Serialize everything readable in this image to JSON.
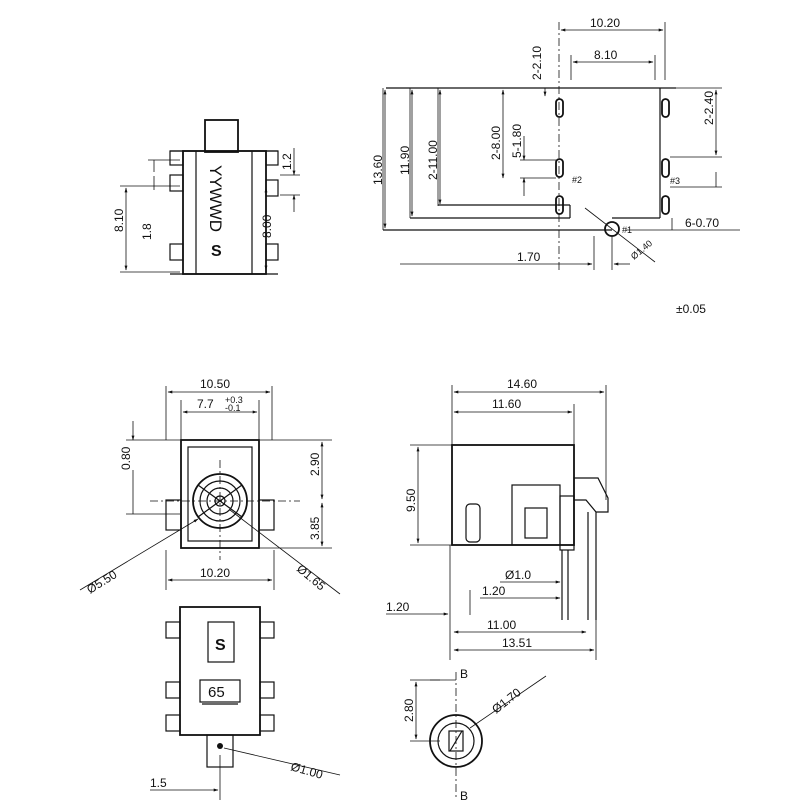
{
  "tolerance": "±0.05",
  "top_left": {
    "marking": "YYWWD",
    "dims": [
      "8.10",
      "1.8",
      "1.2",
      "8.00"
    ]
  },
  "top_right": {
    "dims_h": [
      "10.20",
      "8.10",
      "1.70",
      "6-0.70"
    ],
    "dims_v": [
      "2-2.10",
      "13.60",
      "11.90",
      "2-11.00",
      "2-8.00",
      "5-1.80",
      "2-2.40"
    ],
    "pins": [
      "#1",
      "#2",
      "#3"
    ],
    "hole": "Ø1.40"
  },
  "front": {
    "dims": [
      "10.50",
      "7.7",
      "+0.3",
      "-0.1",
      "0.80",
      "2.90",
      "3.85",
      "10.20",
      "Ø5.50",
      "Ø1.65"
    ]
  },
  "side": {
    "dims": [
      "14.60",
      "11.60",
      "9.50",
      "Ø1.0",
      "1.20",
      "1.20",
      "11.00",
      "13.51"
    ]
  },
  "bottom": {
    "label": "65",
    "dims": [
      "1.5",
      "Ø1.00"
    ]
  },
  "section": {
    "dims": [
      "2.80",
      "Ø1.70"
    ],
    "labels": [
      "B",
      "B"
    ]
  }
}
